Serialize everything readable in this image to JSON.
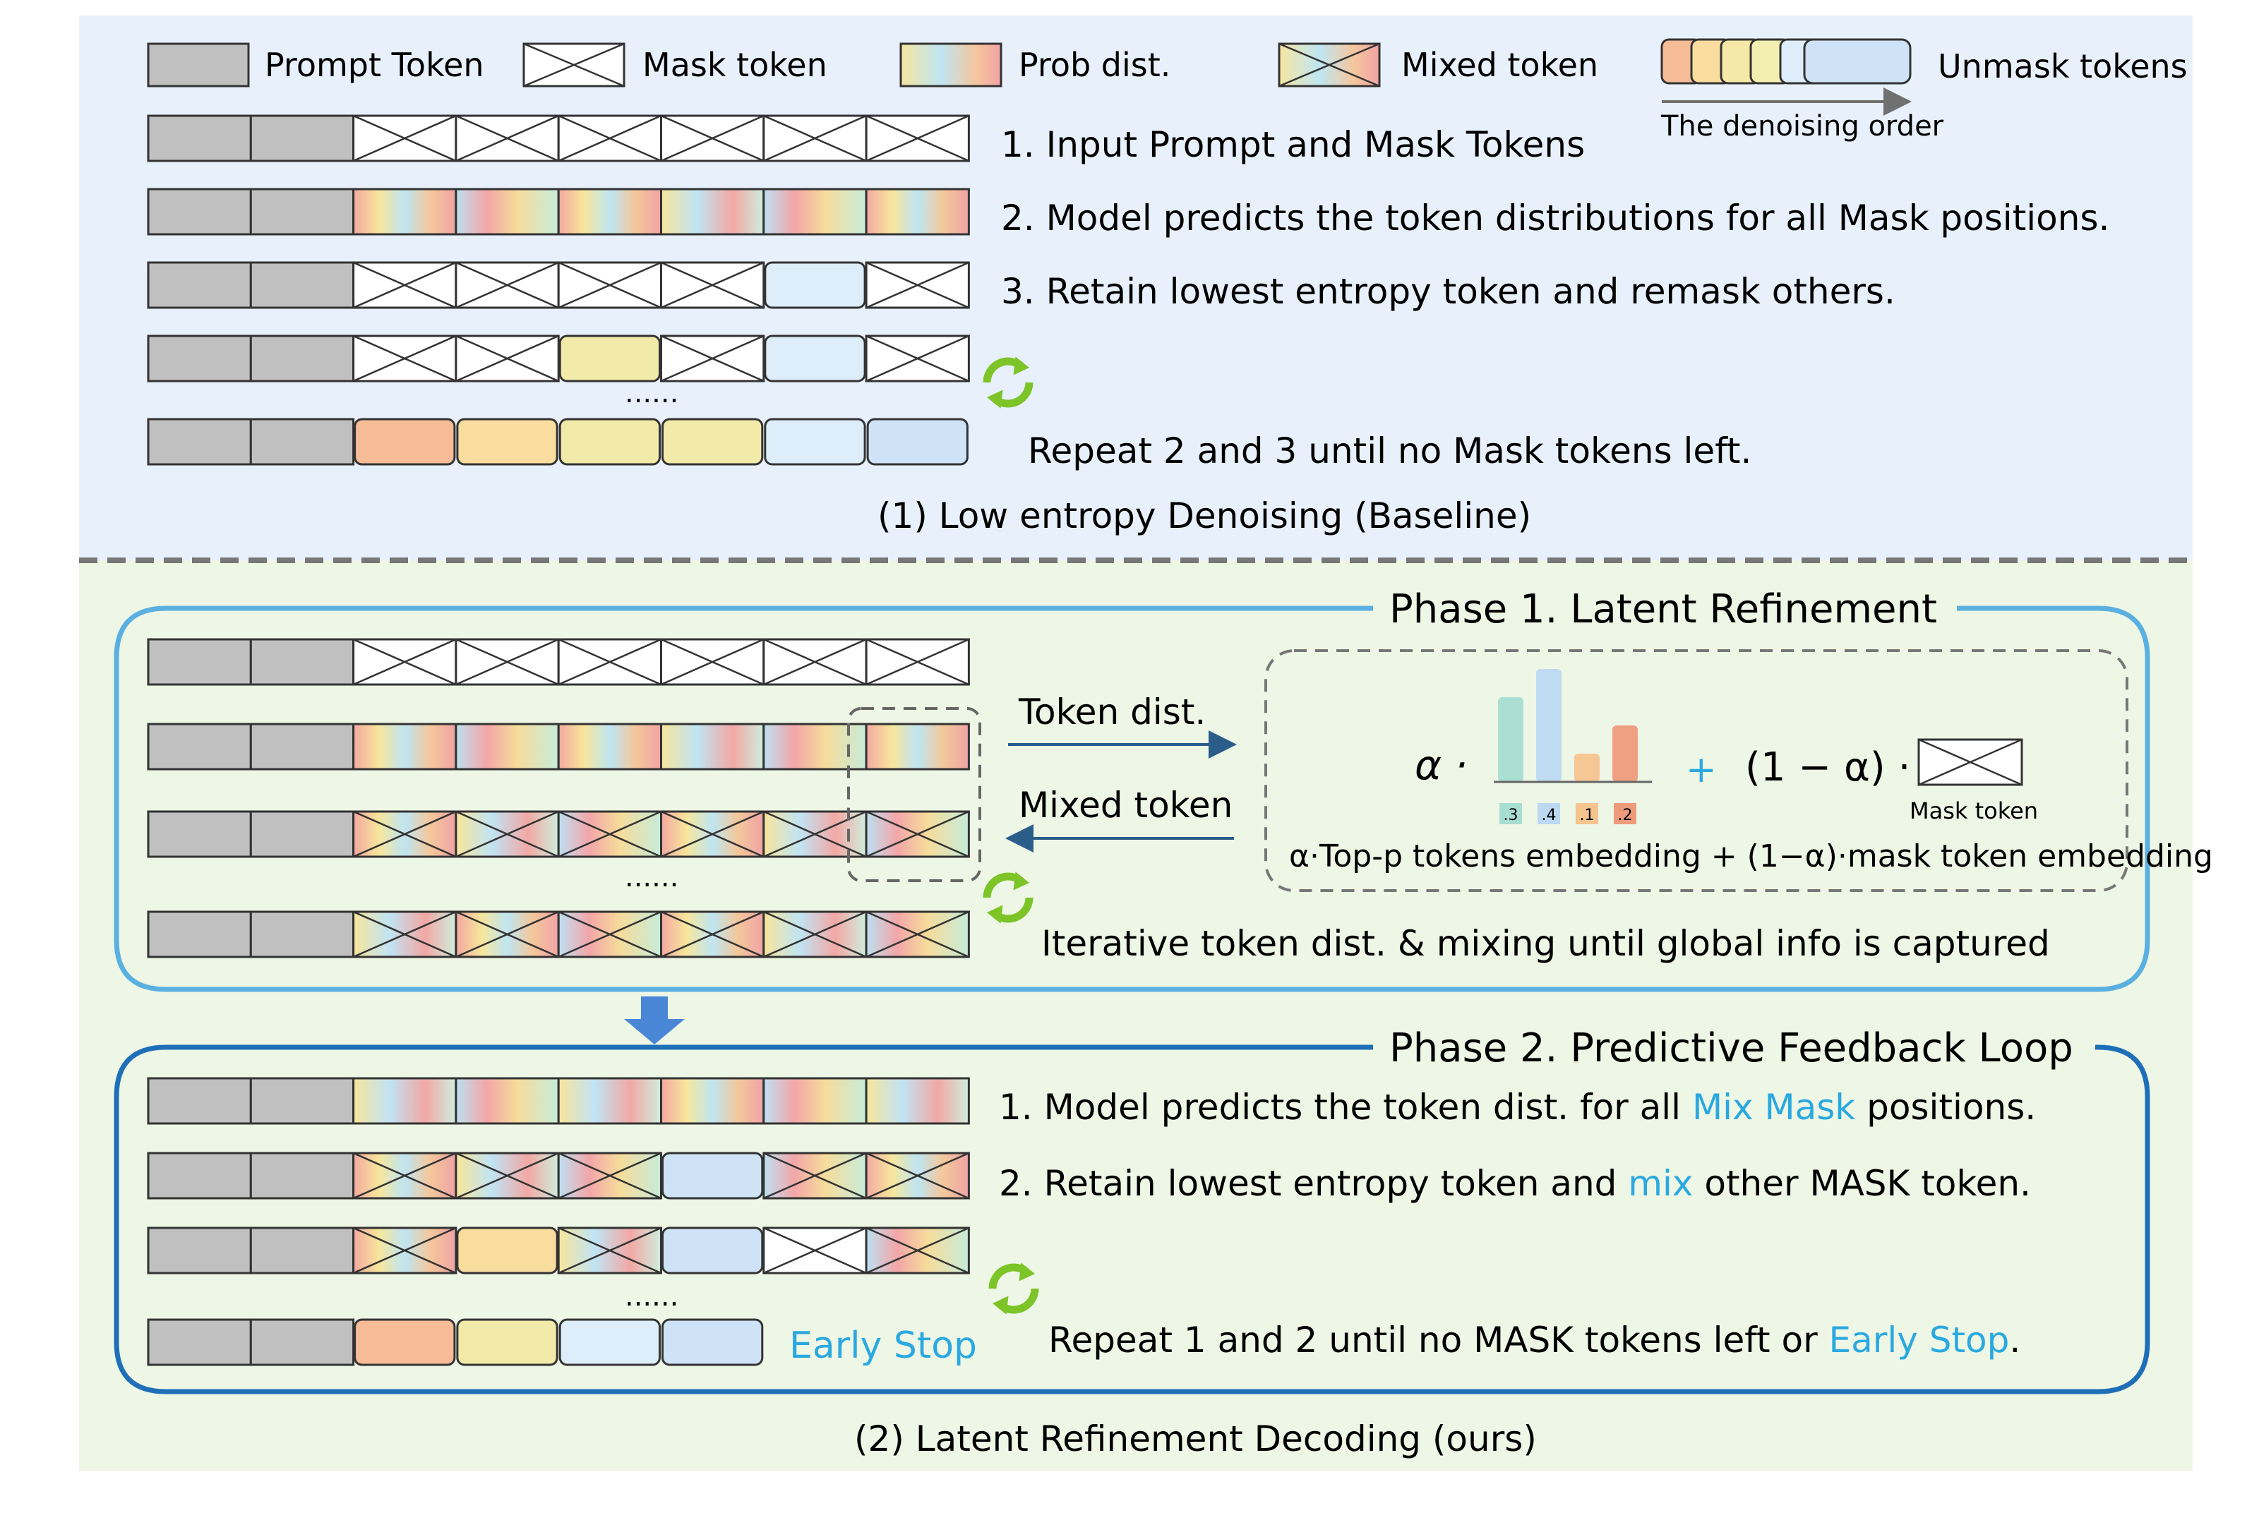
{
  "legend": {
    "prompt": "Prompt Token",
    "mask": "Mask token",
    "prob": "Prob dist.",
    "mixed": "Mixed token",
    "unmask": "Unmask tokens",
    "order": "The denoising order"
  },
  "baseline": {
    "step1": "1. Input Prompt and Mask Tokens",
    "step2": "2. Model predicts the token distributions for all Mask positions.",
    "step3": "3. Retain lowest entropy token and remask others.",
    "dots": "......",
    "repeat": "Repeat 2 and 3 until no Mask tokens left.",
    "caption": "(1) Low entropy Denoising (Baseline)"
  },
  "phase1": {
    "title": "Phase 1. Latent Refinement",
    "token_dist": "Token dist.",
    "mixed_token": "Mixed token",
    "dots": "......",
    "iterative": "Iterative token dist. & mixing until global info is captured",
    "formula": {
      "alpha": "α ·",
      "plus": "+",
      "one_minus": "(1 − α) ·",
      "mask_label": "Mask token",
      "caption": "α·Top-p tokens embedding + (1−α)·mask token embedding",
      "bars": [
        {
          "label": ".3",
          "value": 0.3,
          "color": "#a8ddd2"
        },
        {
          "label": ".4",
          "value": 0.4,
          "color": "#bcd9f3"
        },
        {
          "label": ".1",
          "value": 0.1,
          "color": "#f6c48f"
        },
        {
          "label": ".2",
          "value": 0.2,
          "color": "#ee9b7c"
        }
      ]
    }
  },
  "phase2": {
    "title": "Phase 2. Predictive Feedback Loop",
    "step1": {
      "before": "1. Model predicts the token dist. for all ",
      "hl": "Mix Mask",
      "after": " positions."
    },
    "step2": {
      "before": "2. Retain lowest entropy token and ",
      "hl": "mix",
      "after": " other MASK token."
    },
    "dots": "......",
    "early_stop": "Early Stop",
    "repeat": {
      "before": "Repeat 1 and 2 until no MASK tokens left or ",
      "hl": "Early Stop",
      "after": "."
    },
    "caption": "(2) Latent Refinement Decoding (ours)"
  },
  "colors": {
    "top_bg": "#e8f1fb",
    "bottom_bg": "#eef6e6",
    "prompt": "#c0c0c0",
    "phase1_border": "#5ab0e0",
    "phase2_border": "#1e6fb8",
    "highlight": "#2aa9e0",
    "cycle": "#7cc428",
    "arrow": "#2a5d8a",
    "down_arrow": "#4a86d6"
  }
}
